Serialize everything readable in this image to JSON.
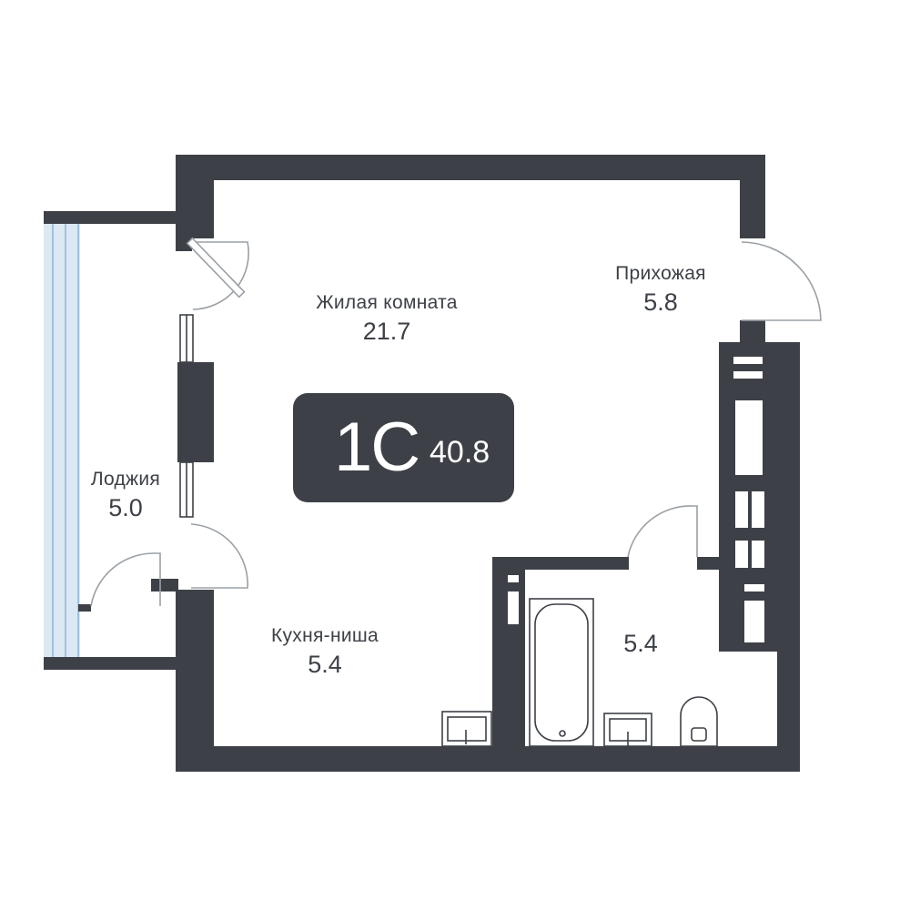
{
  "apartment": {
    "type": "1С",
    "total_area": "40.8"
  },
  "rooms": {
    "living": {
      "name": "Жилая комната",
      "area": "21.7"
    },
    "hall": {
      "name": "Прихожая",
      "area": "5.8"
    },
    "loggia": {
      "name": "Лоджия",
      "area": "5.0"
    },
    "kitchen": {
      "name": "Кухня-ниша",
      "area": "5.4"
    },
    "bathroom": {
      "area": "5.4"
    }
  },
  "colors": {
    "wall": "#3d4147",
    "glass": "#dbe9f5",
    "badge_text": "#ffffff"
  }
}
